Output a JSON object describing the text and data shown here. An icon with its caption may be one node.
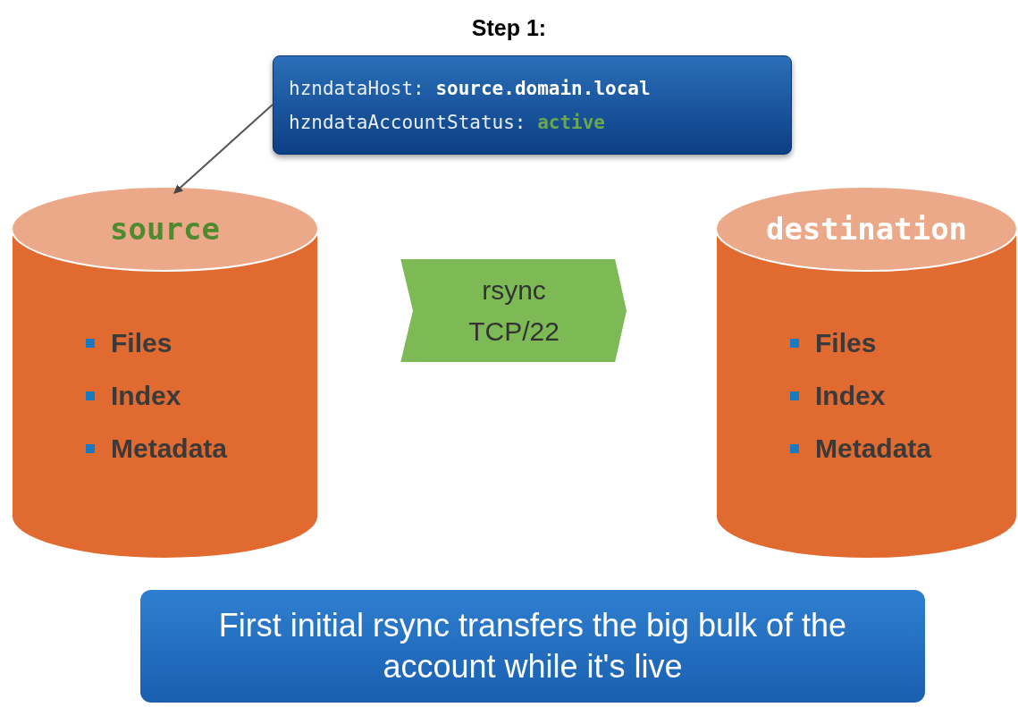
{
  "diagram": {
    "title": "Step 1:",
    "nodes": [
      {
        "text": [
          "hzndataHost: **source.domain.local**",
          "hzndataAccountStatus: **active**"
        ]
      },
      {
        "text": [
          "source",
          "Files",
          "Index",
          "Metadata"
        ]
      },
      {
        "text": [
          "rsync",
          "TCP/22"
        ]
      },
      {
        "text": [
          "destination",
          "Files",
          "Index",
          "Metadata"
        ]
      },
      {
        "text": [
          "First initial rsync transfers the big bulk of the account while it's live"
        ]
      }
    ],
    "edges": [
      {
        "from": 0,
        "to": 1,
        "arrow": "to"
      }
    ]
  }
}
